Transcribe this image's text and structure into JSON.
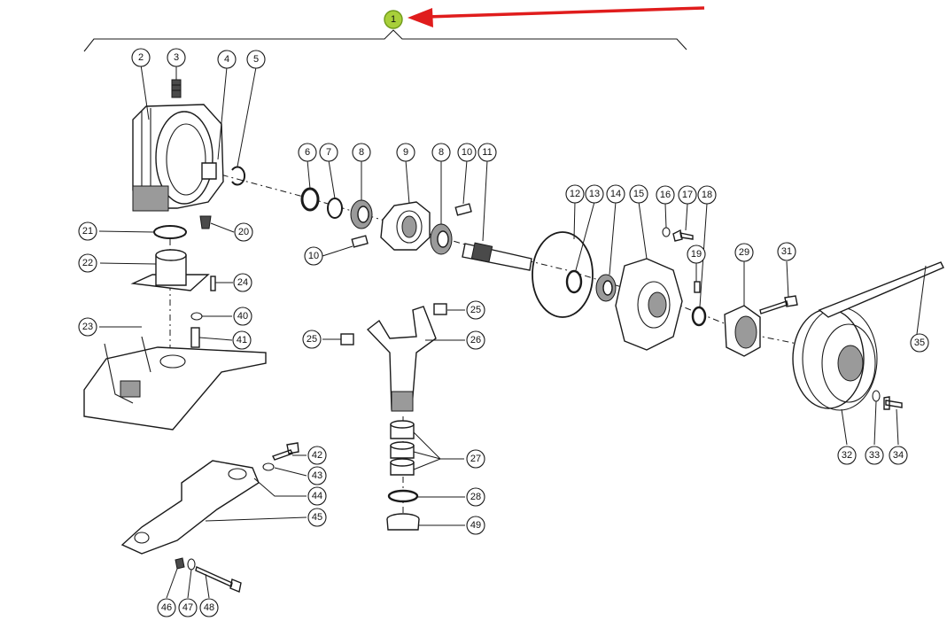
{
  "diagram": {
    "highlighted_part": "1",
    "highlight_color": "#a8cf3a",
    "arrow_color": "#e01c1c",
    "callouts": [
      "2",
      "3",
      "4",
      "5",
      "6",
      "7",
      "8",
      "9",
      "8",
      "10",
      "11",
      "12",
      "13",
      "14",
      "15",
      "16",
      "17",
      "18",
      "19",
      "10",
      "21",
      "20",
      "22",
      "24",
      "40",
      "23",
      "41",
      "25",
      "25",
      "26",
      "29",
      "31",
      "35",
      "27",
      "28",
      "49",
      "42",
      "43",
      "44",
      "45",
      "46",
      "47",
      "48",
      "32",
      "33",
      "34"
    ]
  }
}
